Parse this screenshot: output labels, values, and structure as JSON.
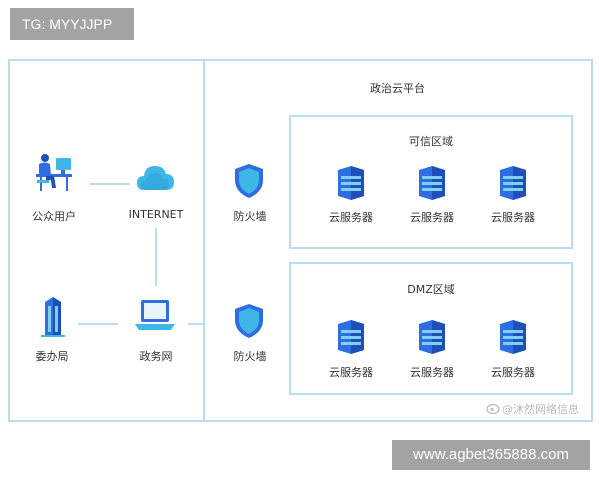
{
  "watermark_top": "TG: MYYJJPP",
  "watermark_bottom": "www.agbet365888.com",
  "watermark_weibo": "@沐然网络信息",
  "platform": {
    "title": "政治云平台",
    "trusted_zone": {
      "title": "可信区域",
      "servers": [
        "云服务器",
        "云服务器",
        "云服务器"
      ]
    },
    "dmz_zone": {
      "title": "DMZ区域",
      "servers": [
        "云服务器",
        "云服务器",
        "云服务器"
      ]
    }
  },
  "left": {
    "public_user": "公众用户",
    "internet": "INTERNET",
    "committee_office": "委办局",
    "gov_network": "政务网",
    "firewall_top": "防火墙",
    "firewall_bottom": "防火墙"
  },
  "colors": {
    "border": "#b9dcef",
    "icon_blue": "#2f6ee0",
    "icon_cyan": "#3fb6e8"
  }
}
